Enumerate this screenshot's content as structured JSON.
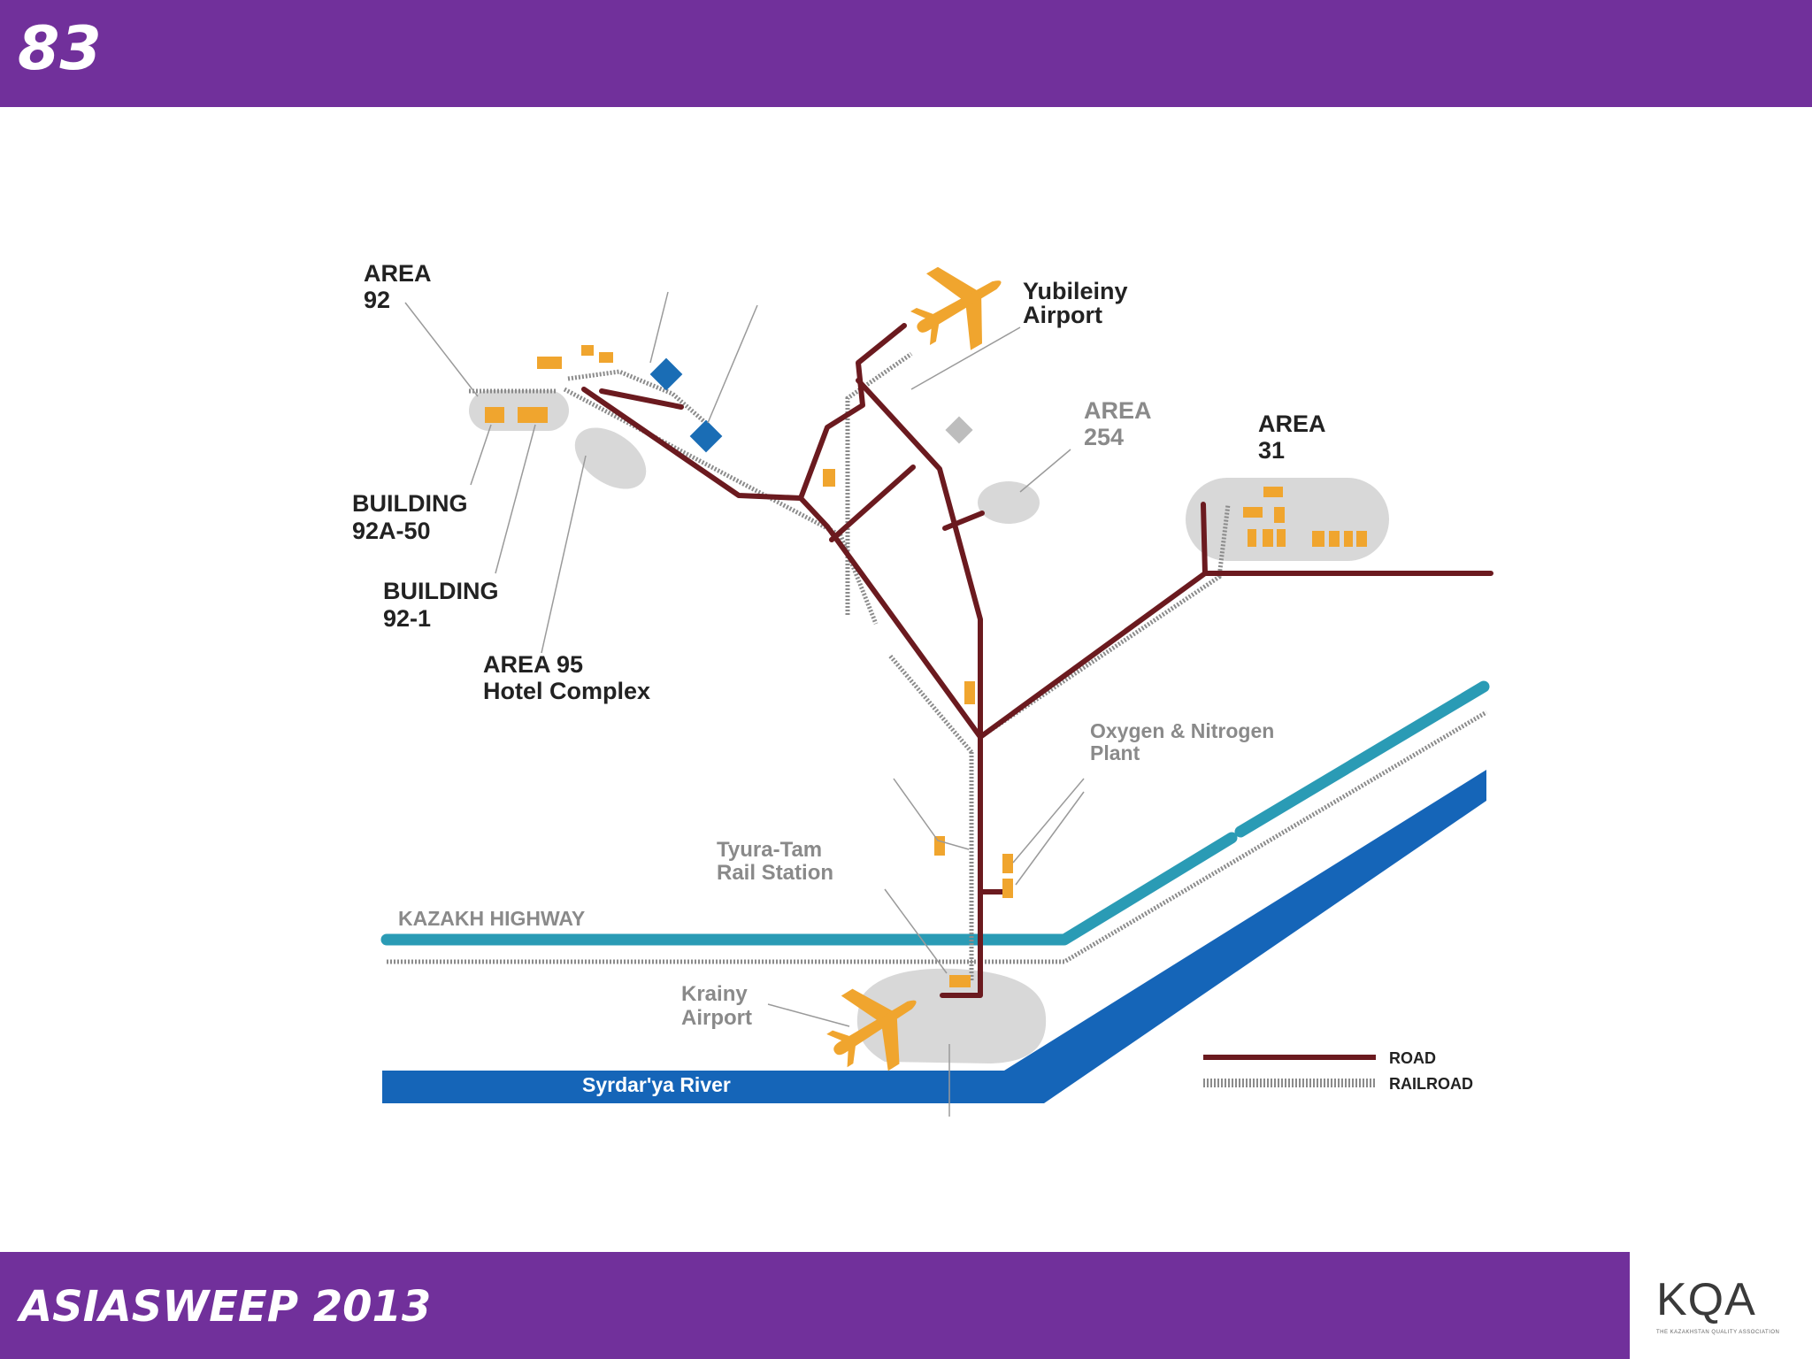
{
  "header": {
    "slide_number": "83"
  },
  "footer": {
    "title": "ASIASWEEP 2013",
    "logo_text": "KQA",
    "logo_subtext": "THE KAZAKHSTAN QUALITY ASSOCIATION"
  },
  "map": {
    "labels": {
      "area92_l1": "AREA",
      "area92_l2": "92",
      "building92a50_l1": "BUILDING",
      "building92a50_l2": "92A-50",
      "building921_l1": "BUILDING",
      "building921_l2": "92-1",
      "area95_l1": "AREA 95",
      "area95_l2": "Hotel Complex",
      "yubileiny_l1": "Yubileiny",
      "yubileiny_l2": "Airport",
      "area254_l1": "AREA",
      "area254_l2": "254",
      "area31_l1": "AREA",
      "area31_l2": "31",
      "oxygen_l1": "Oxygen & Nitrogen",
      "oxygen_l2": "Plant",
      "tyuratam_l1": "Tyura-Tam",
      "tyuratam_l2": "Rail Station",
      "highway": "KAZAKH HIGHWAY",
      "krainy_l1": "Krainy",
      "krainy_l2": "Airport",
      "river": "Syrdar'ya River"
    },
    "legend": {
      "road": "ROAD",
      "railroad": "RAILROAD"
    },
    "colors": {
      "road": "#6b1a1f",
      "railroad": "#8b8b8b",
      "highway": "#2a9bb5",
      "river": "#1565b8",
      "building": "#f0a52e",
      "area_fill": "#d8d8d8",
      "facility": "#1a6db5"
    }
  }
}
